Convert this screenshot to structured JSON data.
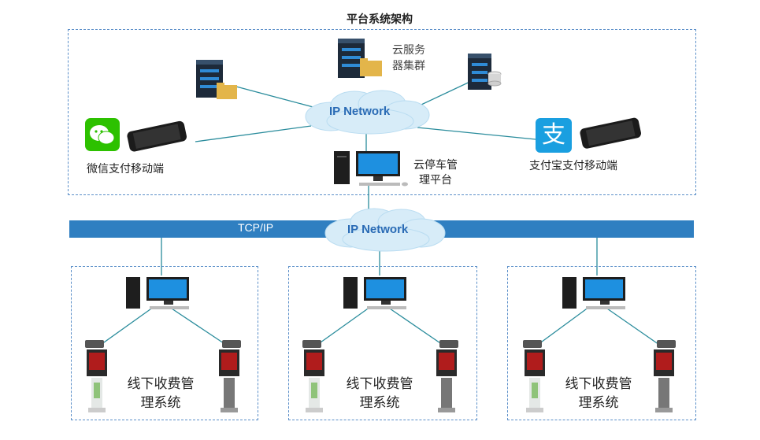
{
  "platform": {
    "title": "平台系统架构",
    "cloud_server_label": [
      "云服务",
      "器集群"
    ],
    "cloud_label": "IP Network",
    "wechat_label": "微信支付移动端",
    "alipay_label": "支付宝支付移动端",
    "alipay_logo_char": "支",
    "management_label": [
      "云停车管",
      "理平台"
    ]
  },
  "network": {
    "bus_label": "TCP/IP",
    "cloud_label": "IP Network"
  },
  "offline_systems": [
    {
      "label": [
        "线下收费管",
        "理系统"
      ]
    },
    {
      "label": [
        "线下收费管",
        "理系统"
      ]
    },
    {
      "label": [
        "线下收费管",
        "理系统"
      ]
    }
  ],
  "colors": {
    "line": "#2a8c9c",
    "dash_border": "#5b8fc9",
    "bus": "#2f7fc1",
    "cloud": "#d7ecf8",
    "cloud_text": "#2a6bb5",
    "wechat_green": "#2dc100",
    "alipay_blue": "#1a9fe0"
  }
}
